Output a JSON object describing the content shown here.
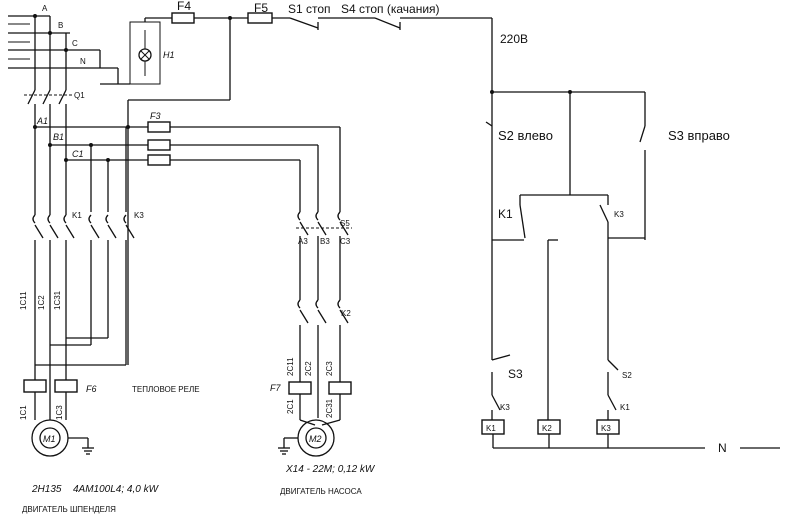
{
  "supply": {
    "phase_a": "A",
    "phase_b": "B",
    "phase_c": "C",
    "neutral": "N",
    "breaker": "Q1",
    "lamp": "H1"
  },
  "fuses": {
    "f3": "F3",
    "f4": "F4",
    "f5": "F5"
  },
  "control_top": {
    "s1": "S1 стоп",
    "s4": "S4 стоп (качания)",
    "voltage": "220В"
  },
  "buses": {
    "a1": "A1",
    "b1": "B1",
    "c1": "C1",
    "a3": "A3",
    "b3": "B3",
    "c3": "C3"
  },
  "spindle": {
    "k1": "K1",
    "k3": "K3",
    "wire1": "1C11",
    "wire2": "1C2",
    "wire3": "1C31",
    "wire_c1": "1C1",
    "wire_c3": "1C3",
    "thermal_relay": "F6",
    "thermal_label": "ТЕПЛОВОЕ РЕЛЕ",
    "motor": "M1",
    "spec_model": "2Н135",
    "spec_motor": "4АМ100L4; 4,0 kW",
    "caption": "ДВИГАТЕЛЬ ШПЕНДЕЛЯ"
  },
  "pump": {
    "s5": "S5",
    "k2": "K2",
    "wire1": "2C11",
    "wire2": "2C2",
    "wire3": "2C3",
    "wire4": "2C1",
    "wire5": "2C31",
    "thermal_relay": "F7",
    "motor": "M2",
    "spec": "Х14 - 22М; 0,12 kW",
    "caption": "ДВИГАТЕЛЬ НАСОСА"
  },
  "control": {
    "s2_left": "S2 влево",
    "s3_right": "S3 вправо",
    "k1_contact": "K1",
    "k3_contact": "K3",
    "s3_interlock": "S3",
    "s2_interlock": "S2",
    "k3_interlock": "K3",
    "k1_interlock": "K1",
    "coil_k1": "K1",
    "coil_k2": "K2",
    "coil_k3": "K3",
    "neutral": "N"
  }
}
